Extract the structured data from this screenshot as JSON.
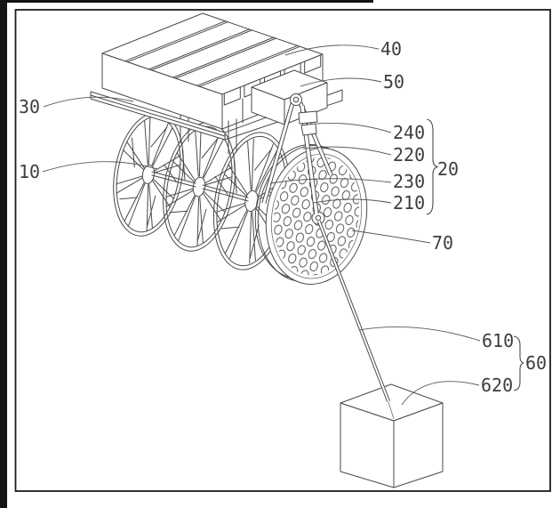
{
  "figure": {
    "part_labels": {
      "p30": "30",
      "p10": "10",
      "p40": "40",
      "p50": "50",
      "p240": "240",
      "p220": "220",
      "p230": "230",
      "p210": "210",
      "p20": "20",
      "p70": "70",
      "p610": "610",
      "p60": "60",
      "p620": "620"
    },
    "colors": {
      "ink": "#4a4a4a",
      "label_ink": "#3d3d3d",
      "frame": "#1c1c1c",
      "background": "#ffffff"
    }
  }
}
